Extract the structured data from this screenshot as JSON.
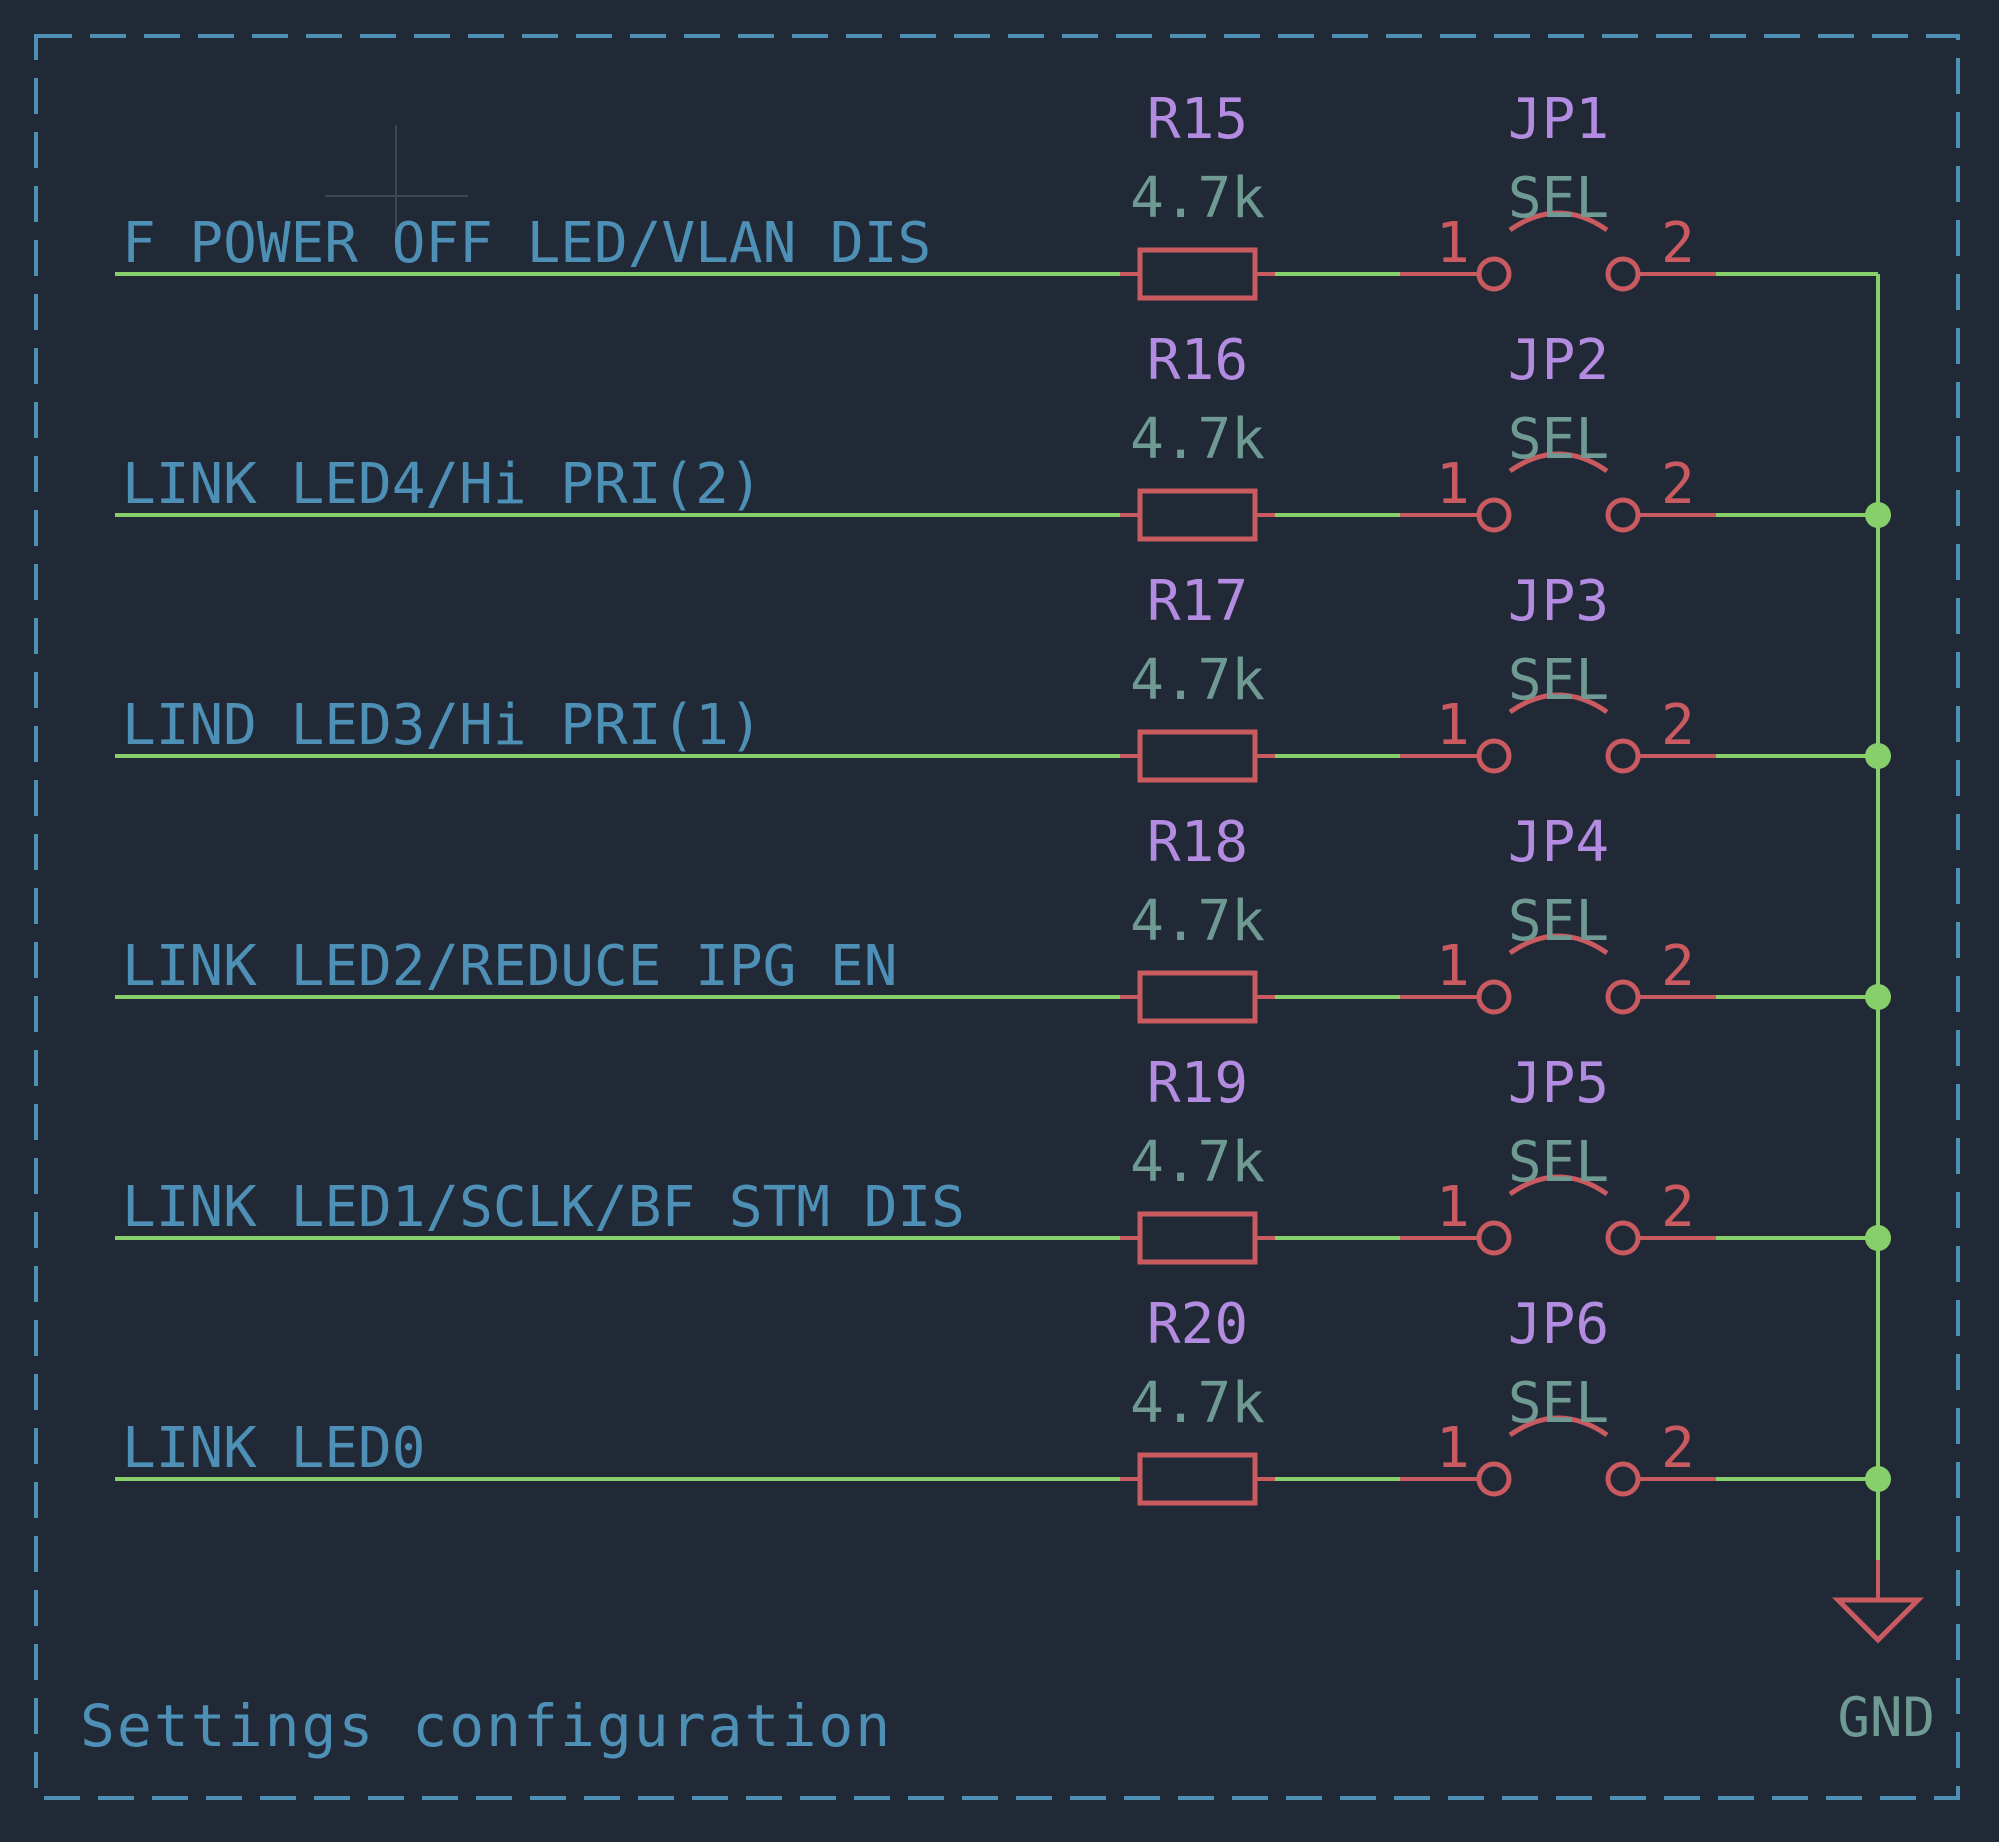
{
  "frame": {
    "title": "Settings configuration"
  },
  "power": {
    "label": "GND"
  },
  "colors": {
    "background": "#212936",
    "wire": "#86cf6a",
    "component": "#c95a5f",
    "reference": "#b38be0",
    "value": "#6f9a93",
    "net_label": "#4d8fb5"
  },
  "rows": [
    {
      "net": "F_POWER_OFF_LED/VLAN_DIS",
      "resistor_ref": "R15",
      "resistor_value": "4.7k",
      "jumper_ref": "JP1",
      "jumper_value": "SEL",
      "pin1": "1",
      "pin2": "2"
    },
    {
      "net": "LINK_LED4/Hi_PRI(2)",
      "resistor_ref": "R16",
      "resistor_value": "4.7k",
      "jumper_ref": "JP2",
      "jumper_value": "SEL",
      "pin1": "1",
      "pin2": "2"
    },
    {
      "net": "LIND_LED3/Hi_PRI(1)",
      "resistor_ref": "R17",
      "resistor_value": "4.7k",
      "jumper_ref": "JP3",
      "jumper_value": "SEL",
      "pin1": "1",
      "pin2": "2"
    },
    {
      "net": "LINK_LED2/REDUCE_IPG_EN",
      "resistor_ref": "R18",
      "resistor_value": "4.7k",
      "jumper_ref": "JP4",
      "jumper_value": "SEL",
      "pin1": "1",
      "pin2": "2"
    },
    {
      "net": "LINK_LED1/SCLK/BF_STM_DIS",
      "resistor_ref": "R19",
      "resistor_value": "4.7k",
      "jumper_ref": "JP5",
      "jumper_value": "SEL",
      "pin1": "1",
      "pin2": "2"
    },
    {
      "net": "LINK_LED0",
      "resistor_ref": "R20",
      "resistor_value": "4.7k",
      "jumper_ref": "JP6",
      "jumper_value": "SEL",
      "pin1": "1",
      "pin2": "2"
    }
  ]
}
